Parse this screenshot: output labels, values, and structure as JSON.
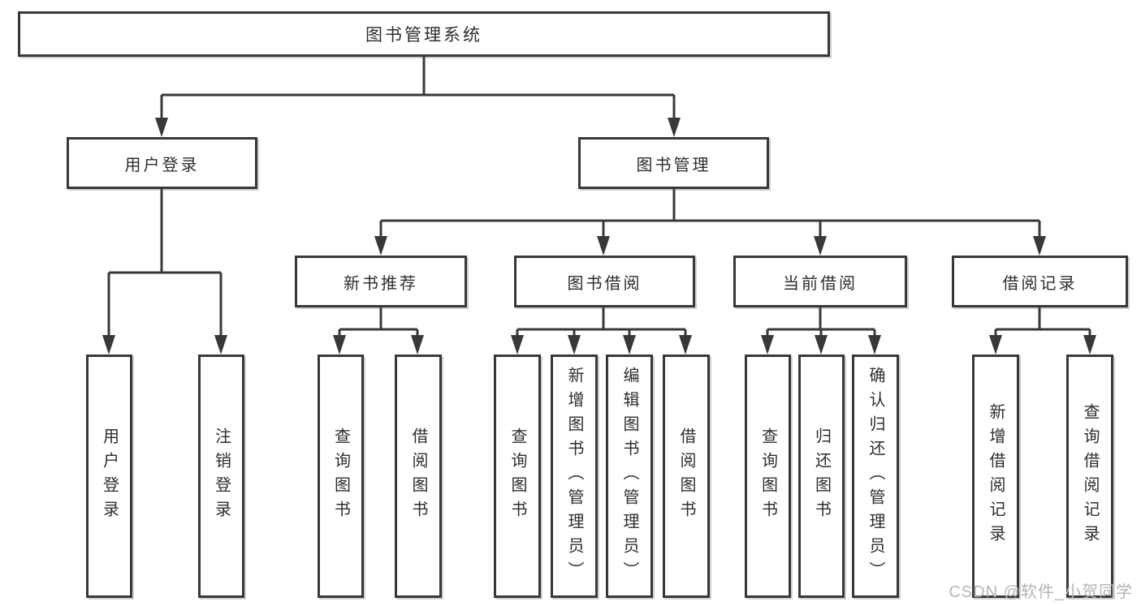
{
  "tree": {
    "root": {
      "label": "图书管理系统"
    },
    "branches": [
      {
        "label": "用户登录",
        "children": [
          {
            "label": "用户登录"
          },
          {
            "label": "注销登录"
          }
        ]
      },
      {
        "label": "图书管理",
        "sections": [
          {
            "label": "新书推荐",
            "children": [
              {
                "label": "查询图书"
              },
              {
                "label": "借阅图书"
              }
            ]
          },
          {
            "label": "图书借阅",
            "children": [
              {
                "label": "查询图书"
              },
              {
                "label": "新增图书（管理员）"
              },
              {
                "label": "编辑图书（管理员）"
              },
              {
                "label": "借阅图书"
              }
            ]
          },
          {
            "label": "当前借阅",
            "children": [
              {
                "label": "查询图书"
              },
              {
                "label": "归还图书"
              },
              {
                "label": "确认归还（管理员）"
              }
            ]
          },
          {
            "label": "借阅记录",
            "children": [
              {
                "label": "新增借阅记录"
              },
              {
                "label": "查询借阅记录"
              }
            ]
          }
        ]
      }
    ]
  },
  "watermark": {
    "text": "CSDN @软件_小贺同学"
  },
  "colors": {
    "line": "#383838",
    "text": "#2d2d2d",
    "watermark": "#b2b5b9",
    "background": "#ffffff"
  }
}
